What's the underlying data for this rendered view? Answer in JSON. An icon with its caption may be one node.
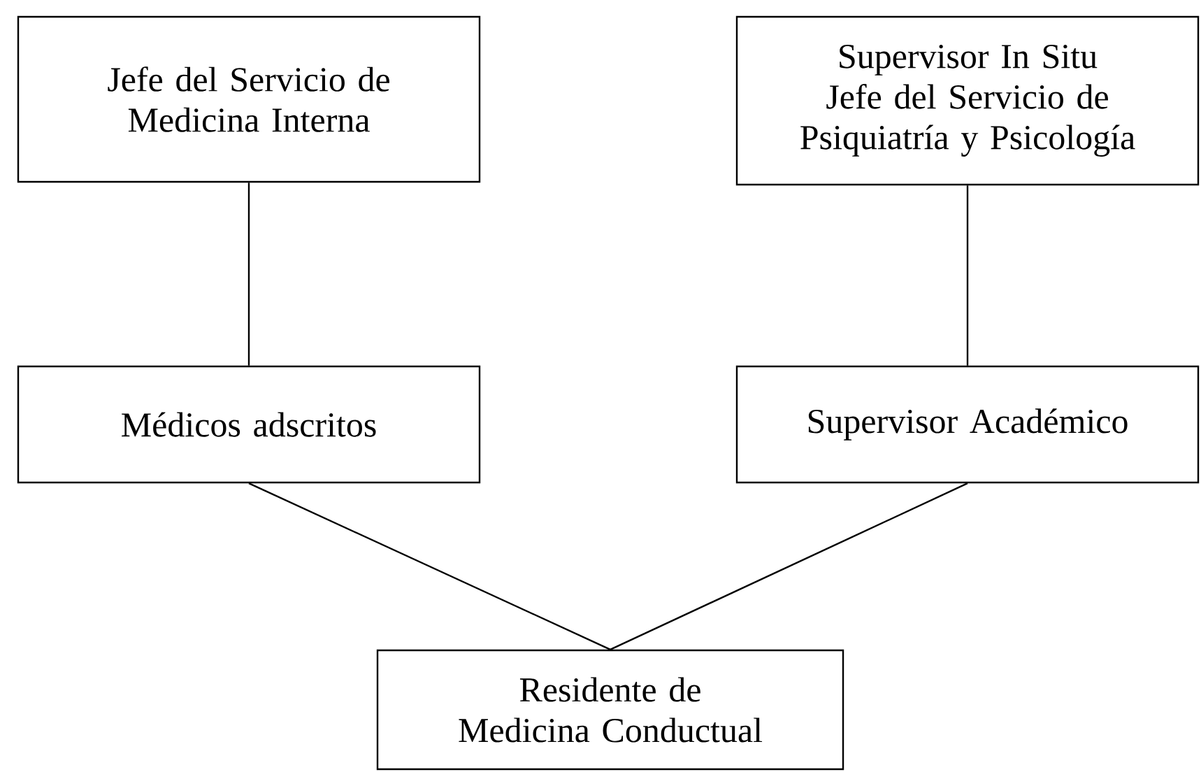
{
  "diagram": {
    "nodes": [
      {
        "text": [
          "Jefe del Servicio de Medicina Interna"
        ]
      },
      {
        "text": [
          "Supervisor In Situ",
          "Jefe del Servicio de Psiquiatría y Psicología"
        ]
      },
      {
        "text": [
          "Médicos adscritos"
        ]
      },
      {
        "text": [
          "Supervisor Académico"
        ]
      },
      {
        "text": [
          "Residente de Medicina Conductual"
        ]
      }
    ],
    "edges": [
      {
        "from": 0,
        "to": 2,
        "arrow": "none"
      },
      {
        "from": 1,
        "to": 3,
        "arrow": "none"
      },
      {
        "from": 2,
        "to": 4,
        "arrow": "none"
      },
      {
        "from": 3,
        "to": 4,
        "arrow": "none"
      }
    ]
  }
}
